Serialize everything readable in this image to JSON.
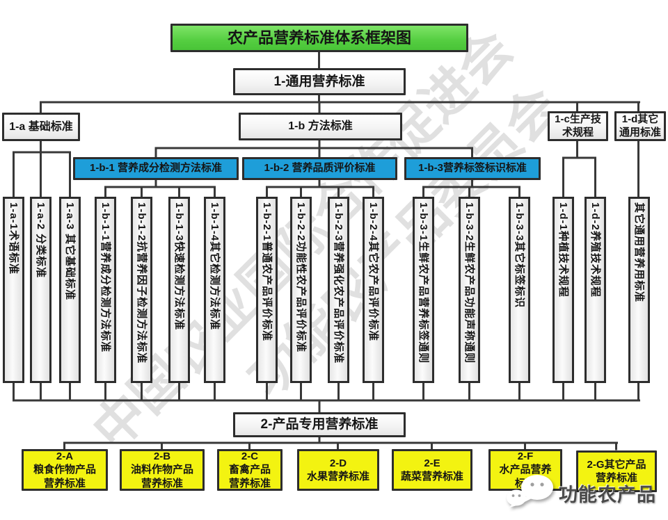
{
  "title": "农产品营养标准体系框架图",
  "level1": {
    "label": "1-通用营养标准"
  },
  "level2": [
    {
      "id": "1-a",
      "label": "1-a  基础标准"
    },
    {
      "id": "1-b",
      "label": "1-b  方法标准"
    },
    {
      "id": "1-c",
      "label": "1-c生产技术规程"
    },
    {
      "id": "1-d",
      "label": "1-d其它通用标准"
    }
  ],
  "level3": [
    {
      "id": "1-b-1",
      "label": "1-b-1 营养成分检测方法标准"
    },
    {
      "id": "1-b-2",
      "label": "1-b-2 营养品质评价标准"
    },
    {
      "id": "1-b-3",
      "label": "1-b-3营养标签标识标准"
    }
  ],
  "columns": [
    {
      "label": "1-a-1术语标准"
    },
    {
      "label": "1-a-2 分类标准"
    },
    {
      "label": "1-a-3 其它基础标准"
    },
    {
      "label": "1-b-1-1营养成分检测方法标准"
    },
    {
      "label": "1-b-1-2抗营养因子检测方法标准"
    },
    {
      "label": "1-b-1-3快速检测方法标准"
    },
    {
      "label": "1-b-1-4其它检测方法标准"
    },
    {
      "label": "1-b-2-1普通农产品评价标准"
    },
    {
      "label": "1-b-2-2功能性农产品评价标准"
    },
    {
      "label": "1-b-2-3营养强化农产品评价标准"
    },
    {
      "label": "1-b-2-4其它农产品评价标准"
    },
    {
      "label": "1-b-3-1生鲜农产品营养标签通则"
    },
    {
      "label": "1-b-3-2生鲜农产品功能声称通则"
    },
    {
      "label": "1-b-3-3其它标签标识"
    },
    {
      "label": "1-d-1种植技术规程"
    },
    {
      "label": "1-d-2养殖技术规程"
    },
    {
      "label": "其它通用营养用标准"
    }
  ],
  "level4": {
    "label": "2-产品专用营养标准"
  },
  "products": [
    {
      "label": "2-A\n粮食作物产品\n营养标准"
    },
    {
      "label": "2-B\n油料作物产品\n营养标准"
    },
    {
      "label": "2-C\n畜禽产品\n营养标准"
    },
    {
      "label": "2-D\n水果营养标准"
    },
    {
      "label": "2-E\n蔬菜营养标准"
    },
    {
      "label": "2-F\n水产品营养\n标准"
    },
    {
      "label": "2-G其它产品\n营养标准"
    }
  ],
  "watermark": {
    "line1": "中国农业国际合作促进会",
    "line2": "功能农产品委员会"
  },
  "logo": {
    "icon": "wechat-icon",
    "label": "功能农产品"
  },
  "colors": {
    "title_green": "#55ce41",
    "method_blue": "#1e9ed9",
    "product_yellow": "#f3f311",
    "node_gray": "#f0f0f0",
    "line": "#383838",
    "watermark_gray": "#c3c3c3"
  }
}
